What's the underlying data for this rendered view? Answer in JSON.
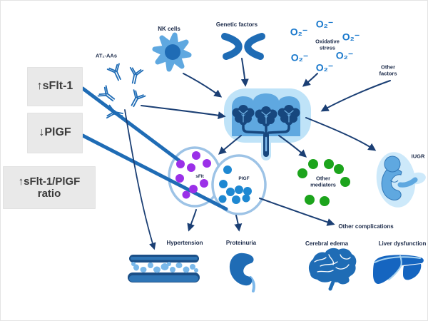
{
  "title": "Preeclampsia pathophysiology diagram",
  "colors": {
    "accent_blue": "#1f6cb5",
    "arrow_navy": "#1b3f74",
    "placenta_light": "#bfe3f8",
    "placenta_mid": "#5fa8e0",
    "villi_dark": "#17477e",
    "purple_dot": "#9b30e8",
    "blue_dot": "#1e88d2",
    "green_dot": "#1ca41c",
    "box_bg": "#e9e9e9"
  },
  "left_panel": {
    "boxes": [
      {
        "label": "↑sFlt-1"
      },
      {
        "label": "↓PlGF"
      },
      {
        "label": "↑sFlt-1/PlGF",
        "label_line2": "ratio"
      }
    ]
  },
  "factors": {
    "nk_cells": "NK cells",
    "genetic_factors": "Genetic factors",
    "at1_aas": "AT₁-AAs",
    "oxidative_stress": {
      "line1": "Oxidative",
      "line2": "stress",
      "symbol": "O₂⁻"
    },
    "other_factors": {
      "line1": "Other",
      "line2": "factors"
    }
  },
  "mediators": {
    "sflt": "sFlt",
    "plgf": "PlGF",
    "other": {
      "line1": "Other",
      "line2": "mediators"
    }
  },
  "outcomes": {
    "iugr": "IUGR",
    "other_complications": "Other complications",
    "hypertension": "Hypertension",
    "proteinuria": "Proteinuria",
    "cerebral_edema": "Cerebral edema",
    "liver_dysfunction": "Liver dysfunction"
  }
}
